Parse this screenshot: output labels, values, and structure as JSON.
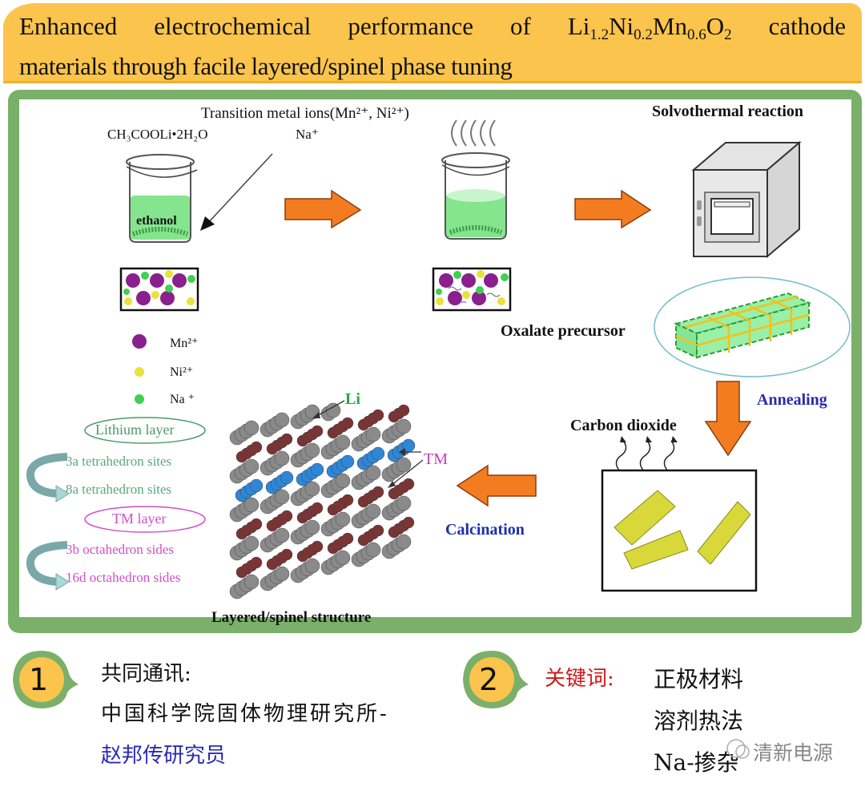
{
  "title": {
    "line1_parts": [
      {
        "text": "Enhanced"
      },
      {
        "text": "electrochemical"
      },
      {
        "text": "performance"
      },
      {
        "text": "of"
      },
      {
        "formula": [
          [
            "Li",
            "1.2"
          ],
          [
            "Ni",
            "0.2"
          ],
          [
            "Mn",
            "0.6"
          ],
          [
            "O",
            "2"
          ]
        ]
      },
      {
        "text": "cathode"
      }
    ],
    "line1_words": [
      "Enhanced",
      "electrochemical",
      "performance",
      "of",
      "cathode"
    ],
    "formula": {
      "li": "Li",
      "li_sub": "1.2",
      "ni": "Ni",
      "ni_sub": "0.2",
      "mn": "Mn",
      "mn_sub": "0.6",
      "o": "O",
      "o_sub": "2"
    },
    "line2": "materials through facile layered/spinel phase tuning"
  },
  "diagram": {
    "reagent_label": "CH₃COOLi•2H₂O",
    "tm_ions_label": "Transition metal ions(Mn²⁺, Ni²⁺)",
    "na_label": "Na⁺",
    "beaker_label": "ethanol",
    "solvothermal_label": "Solvothermal reaction",
    "oxalate_label": "Oxalate precursor",
    "annealing_label": "Annealing",
    "co2_label": "Carbon dioxide",
    "calcination_label": "Calcination",
    "structure_label": "Layered/spinel structure",
    "li_pointer": "Li",
    "tm_pointer": "TM",
    "legend": [
      {
        "label": "Mn²⁺",
        "color": "#8a1f8e"
      },
      {
        "label": "Ni²⁺",
        "color": "#e8e23a"
      },
      {
        "label": "Na ⁺",
        "color": "#3fd04f"
      }
    ],
    "lithium_layer": {
      "title": "Lithium layer",
      "from": "3a tetrahedron sites",
      "to": "8a tetrahedron sites",
      "color": "#4a9a6a"
    },
    "tm_layer": {
      "title": "TM layer",
      "from": "3b octahedron sides",
      "to": "16d octahedron sides",
      "color": "#d34fc8"
    },
    "colors": {
      "arrow": "#f47c20",
      "annealing": "#2a2ca8",
      "calcination": "#1b2fb0",
      "li": "#26a84a",
      "tm": "#c33cc0"
    }
  },
  "footer": {
    "item1": {
      "number": "1",
      "heading": "共同通讯:",
      "org": "中国科学院固体物理研究所-",
      "person": "赵邦传研究员"
    },
    "item2": {
      "number": "2",
      "heading": "关键词:",
      "keywords": [
        "正极材料",
        "溶剂热法",
        "Na-掺杂"
      ]
    },
    "watermark": "清新电源"
  }
}
